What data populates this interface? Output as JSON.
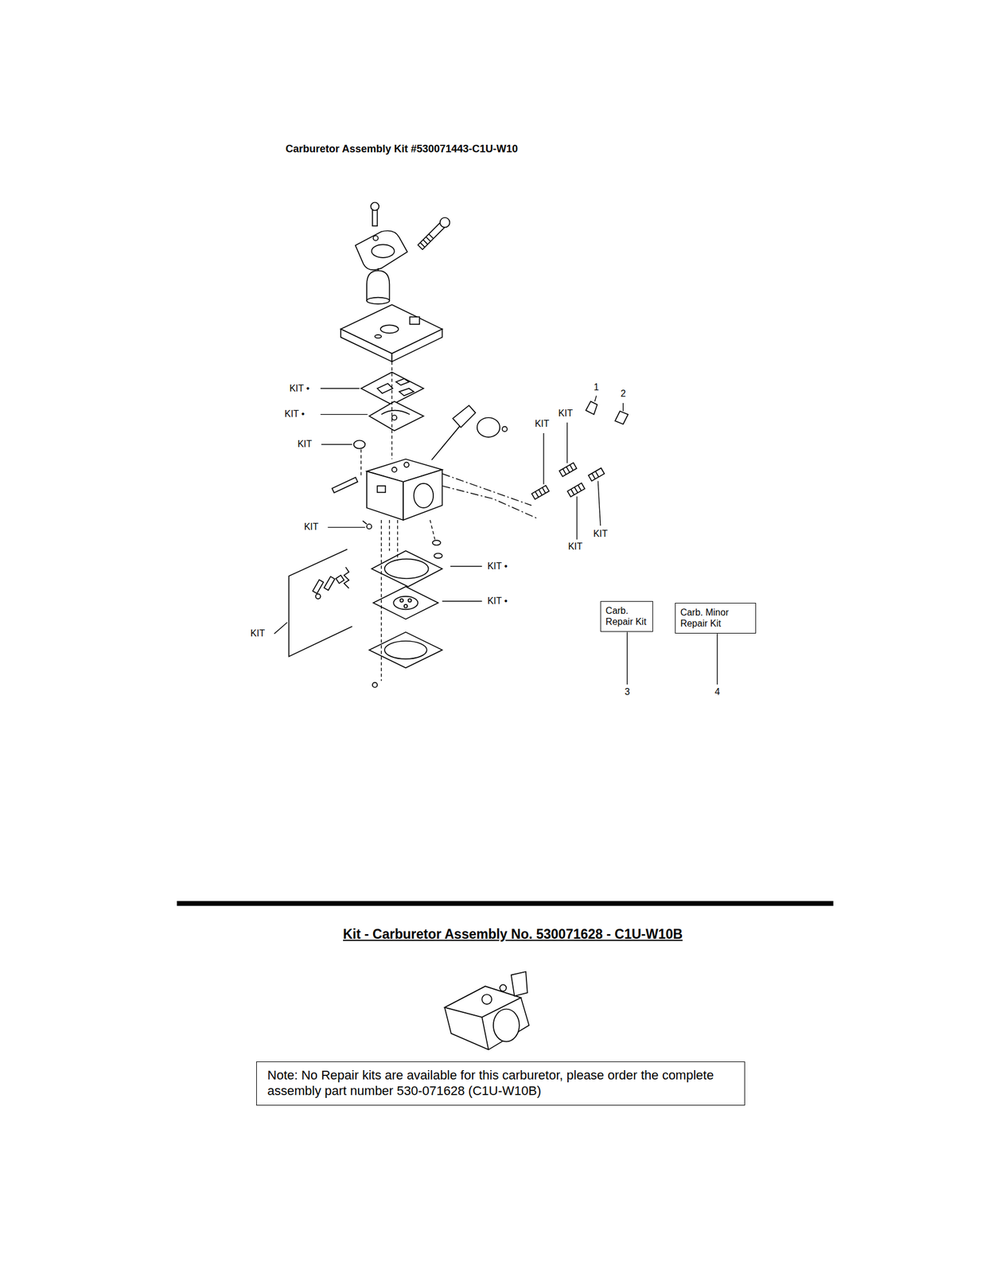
{
  "diagram": {
    "title": "Carburetor Assembly Kit #530071443-C1U-W10",
    "nodes": [
      {
        "text": [
          "Carb. Repair Kit"
        ]
      },
      {
        "text": [
          "Carb. Minor Repair Kit"
        ]
      },
      {
        "text": [
          "Note: No Repair kits are available for this carburetor, please order the complete assembly part number 530-071628 (C1U-W10B)"
        ]
      }
    ],
    "labels": [
      "KIT •",
      "KIT •",
      "KIT",
      "1",
      "2",
      "KIT",
      "KIT",
      "KIT",
      "KIT",
      "KIT",
      "KIT •",
      "KIT •",
      "KIT",
      "3",
      "4",
      "Kit - Carburetor Assembly No. 530071628 - C1U-W10B"
    ]
  }
}
